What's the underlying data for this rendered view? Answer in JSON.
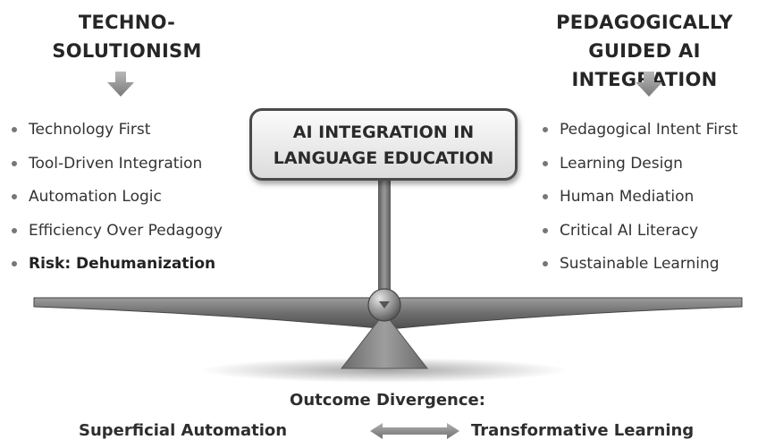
{
  "left_side": {
    "heading": [
      "TECHNO-",
      "SOLUTIONISM"
    ],
    "points": [
      {
        "text": "Technology First",
        "emphasis": false
      },
      {
        "text": "Tool-Driven Integration",
        "emphasis": false
      },
      {
        "text": "Automation Logic",
        "emphasis": false
      },
      {
        "text": "Efficiency Over Pedagogy",
        "emphasis": false
      },
      {
        "text": "Risk: Dehumanization",
        "emphasis": true
      }
    ]
  },
  "right_side": {
    "heading": [
      "PEDAGOGICALLY",
      "GUIDED AI INTEGRATION"
    ],
    "points": [
      {
        "text": "Pedagogical Intent First",
        "emphasis": false
      },
      {
        "text": "Learning Design",
        "emphasis": false
      },
      {
        "text": "Human Mediation",
        "emphasis": false
      },
      {
        "text": "Critical AI Literacy",
        "emphasis": false
      },
      {
        "text": "Sustainable Learning",
        "emphasis": false
      }
    ]
  },
  "center": {
    "title": [
      "AI INTEGRATION IN",
      "LANGUAGE EDUCATION"
    ]
  },
  "outcome": {
    "title": "Outcome Divergence:",
    "left": "Superficial Automation",
    "right": "Transformative Learning"
  },
  "icons": {
    "left_arrow": "down-arrow-icon",
    "right_arrow": "down-arrow-icon",
    "center_graphic": "balance-scale-icon",
    "outcome_arrow": "double-arrow-icon"
  },
  "colors": {
    "text": "#2b2b2b",
    "box_border": "#4a4a4a",
    "scale_beam": "#6a6a6a",
    "arrow": "#8a8a8a"
  }
}
